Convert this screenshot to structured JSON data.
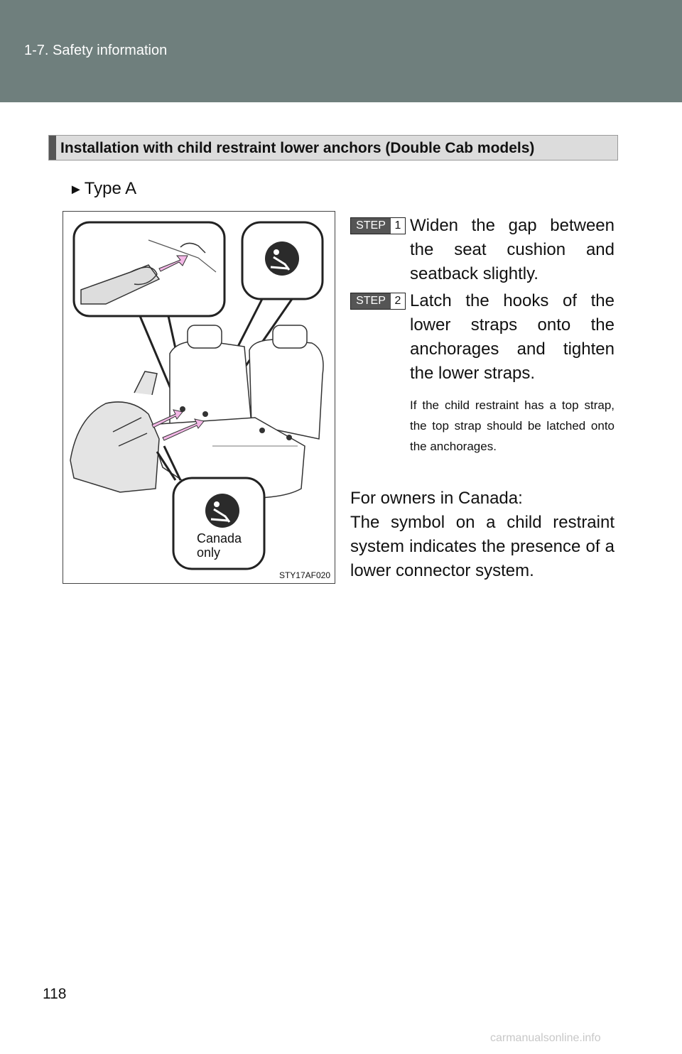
{
  "header": {
    "section": "1-7. Safety information"
  },
  "section": {
    "title": "Installation with child restraint lower anchors (Double Cab models)"
  },
  "type_label": "Type A",
  "figure": {
    "code": "STY17AF020",
    "canada_label": [
      "Canada",
      "only"
    ]
  },
  "steps": [
    {
      "badge": "STEP",
      "number": "1",
      "text": "Widen the gap between the seat cushion and seatback slightly."
    },
    {
      "badge": "STEP",
      "number": "2",
      "text": "Latch the hooks of the lower straps onto the anchorages and tighten the lower straps."
    }
  ],
  "note": "If the child restraint has a top strap, the top strap should be latched onto the anchorages.",
  "canada": {
    "heading": "For owners in Canada:",
    "text": "The symbol on a child restraint system indicates the presence of a lower connector system."
  },
  "page_number": "118",
  "watermark": "carmanualsonline.info",
  "colors": {
    "header_bg": "#6f7f7d",
    "arrow_pink": "#f3b7e6"
  }
}
